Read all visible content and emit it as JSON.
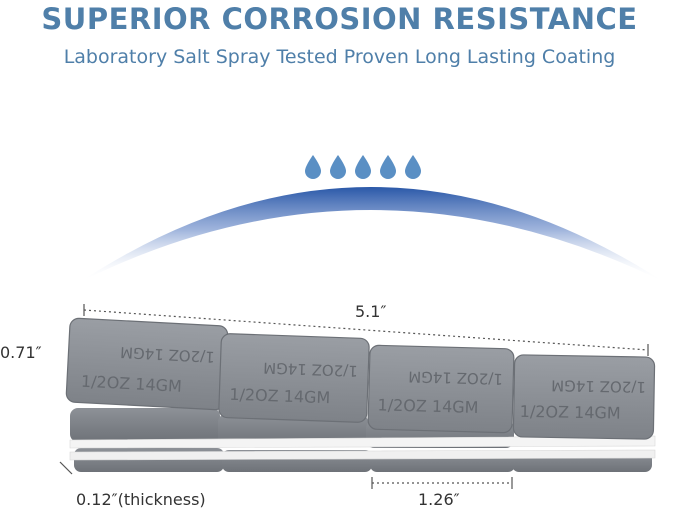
{
  "headline": {
    "title": "SUPERIOR CORROSION RESISTANCE",
    "subtitle": "Laboratory Salt Spray Tested Proven Long Lasting Coating"
  },
  "icons": [
    "water-drop-icon"
  ],
  "product": {
    "segment_marking": "1/2OZ 14GM",
    "segment_count": 4,
    "stack_layers": 3
  },
  "dimensions": {
    "length": "5.1″",
    "height": "0.71″",
    "thickness": "0.12″(thickness)",
    "segment_width": "1.26″"
  },
  "colors": {
    "headline": "#4f7fa9",
    "drops": "#5a8fc4",
    "arc": "#2f5fae",
    "weight": "#8a8e93"
  }
}
